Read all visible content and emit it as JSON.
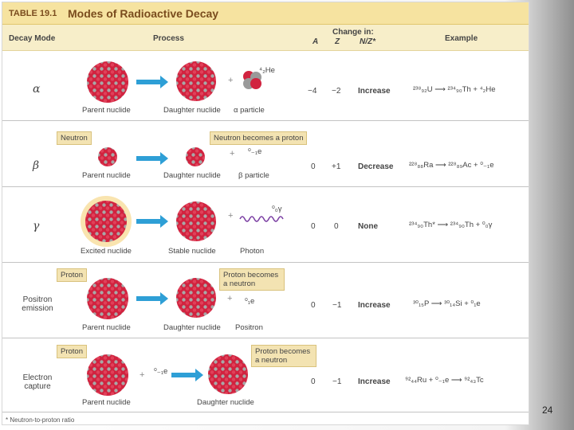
{
  "table": {
    "number": "TABLE 19.1",
    "title": "Modes of Radioactive Decay",
    "headers": {
      "mode": "Decay Mode",
      "process": "Process",
      "change_in": "Change in:",
      "a": "A",
      "z": "Z",
      "nz": "N/Z*",
      "example": "Example"
    },
    "rows": [
      {
        "mode": "α",
        "parent": "Parent nuclide",
        "daughter": "Daughter nuclide",
        "particle": "α particle",
        "emitted": "⁴₂He",
        "dA": "−4",
        "dZ": "−2",
        "nz": "Increase",
        "example": "²³⁸₉₂U ⟶ ²³⁴₉₀Th + ⁴₂He"
      },
      {
        "mode": "β",
        "callout_left": "Neutron",
        "callout_right": "Neutron becomes a proton",
        "parent": "Parent nuclide",
        "daughter": "Daughter nuclide",
        "particle": "β particle",
        "emitted": "⁰₋₁e",
        "dA": "0",
        "dZ": "+1",
        "nz": "Decrease",
        "example": "²²⁸₈₈Ra ⟶ ²²⁸₈₉Ac + ⁰₋₁e"
      },
      {
        "mode": "γ",
        "parent": "Excited nuclide",
        "daughter": "Stable nuclide",
        "particle": "Photon",
        "emitted": "⁰₀γ",
        "dA": "0",
        "dZ": "0",
        "nz": "None",
        "example": "²³⁴₉₀Th* ⟶ ²³⁴₉₀Th + ⁰₀γ"
      },
      {
        "mode": "Positron emission",
        "callout_left": "Proton",
        "callout_right": "Proton becomes a neutron",
        "parent": "Parent nuclide",
        "daughter": "Daughter nuclide",
        "particle": "Positron",
        "emitted": "⁰₁e",
        "dA": "0",
        "dZ": "−1",
        "nz": "Increase",
        "example": "³⁰₁₅P ⟶ ³⁰₁₄Si + ⁰₁e"
      },
      {
        "mode": "Electron capture",
        "callout_left": "Proton",
        "callout_right": "Proton becomes a neutron",
        "parent": "Parent nuclide",
        "daughter": "Daughter nuclide",
        "emitted": "⁰₋₁e",
        "dA": "0",
        "dZ": "−1",
        "nz": "Increase",
        "example": "⁹²₄₄Ru + ⁰₋₁e ⟶ ⁹²₄₃Tc"
      }
    ],
    "footnote": "* Neutron-to-proton ratio"
  },
  "page_number": "24",
  "colors": {
    "proton": "#d1233f",
    "neutron": "#9a9a9a",
    "arrow": "#2e9fd6",
    "title_bg": "#f6e3a0",
    "callout_bg": "#f3e3b2"
  }
}
